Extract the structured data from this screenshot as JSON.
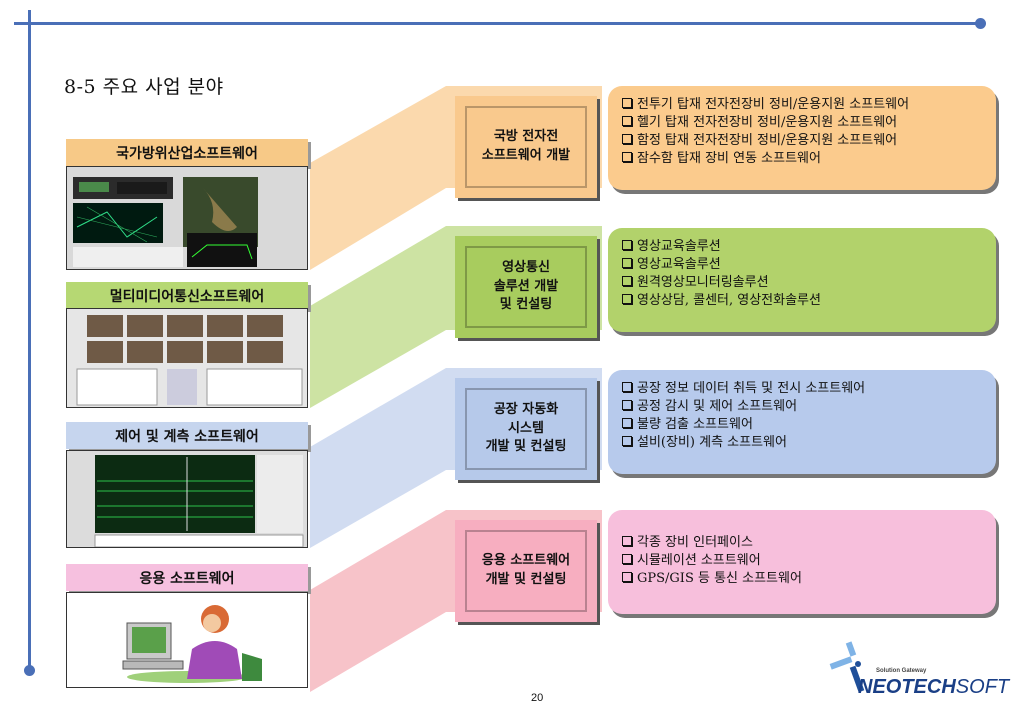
{
  "title": "8-5 주요 사업 분야",
  "page_number": "20",
  "logo": {
    "tagline": "Solution Gateway",
    "brand_bold": "NEOTECH",
    "brand_light": "SOFT"
  },
  "rows": [
    {
      "left_label": "국가방위산업소프트웨어",
      "center_title": "국방 전자전\n소프트웨어 개발",
      "items": [
        "전투기 탑재 전자전장비 정비/운용지원 소프트웨어",
        "헬기 탑재 전자전장비 정비/운용지원 소프트웨어",
        "함정 탑재 전자전장비 정비/운용지원 소프트웨어",
        "잠수함 탑재 장비 연동 소프트웨어"
      ],
      "colors": {
        "label": "#f7c987",
        "center": "#f9c98d",
        "panel": "#fbcb8d",
        "band": "#fbd9ad"
      }
    },
    {
      "left_label": "멀티미디어통신소프트웨어",
      "center_title": "영상통신\n솔루션 개발\n및 컨설팅",
      "items": [
        "영상교육솔루션",
        "영상교육솔루션",
        "원격영상모니터링솔루션",
        "영상상담, 콜센터, 영상전화솔루션"
      ],
      "colors": {
        "label": "#b6d873",
        "center": "#a8cc5e",
        "panel": "#b2d26b",
        "band": "#cde3a3"
      }
    },
    {
      "left_label": "제어 및 계측 소프트웨어",
      "center_title": "공장 자동화\n시스템\n개발 및 컨설팅",
      "items": [
        "공장 정보 데이터 취득 및 전시 소프트웨어",
        "공정 감시 및 제어 소프트웨어",
        "불량 검출 소프트웨어",
        "설비(장비) 계측 소프트웨어"
      ],
      "colors": {
        "label": "#c6d5ee",
        "center": "#b6c9ea",
        "panel": "#b7caec",
        "band": "#d1dcf1"
      }
    },
    {
      "left_label": "응용 소프트웨어",
      "center_title": "응용 소프트웨어\n개발 및 컨설팅",
      "items": [
        "각종 장비 인터페이스",
        "시뮬레이션 소프트웨어",
        "GPS/GIS 등 통신 소프트웨어"
      ],
      "colors": {
        "label": "#f6c0df",
        "center": "#f7aec0",
        "panel": "#f7bfdc",
        "band": "#f7c3c9"
      }
    }
  ]
}
